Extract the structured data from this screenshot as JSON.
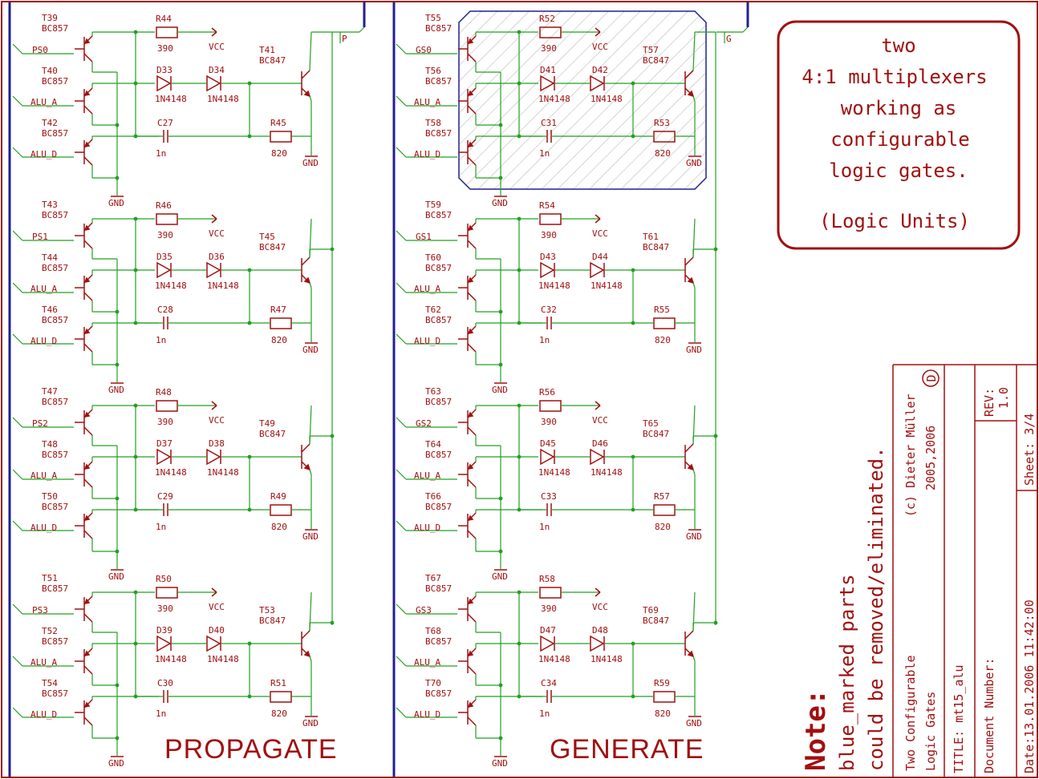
{
  "sections": [
    {
      "title": "PROPAGATE",
      "bus_label": "P",
      "rows": [
        {
          "t_top": "T39",
          "t_mid": "T40",
          "t_bot": "T42",
          "t_npn": "T41",
          "r_top": "R44",
          "r_bot": "R45",
          "d1": "D33",
          "d2": "D34",
          "c": "C27",
          "in_top": "PS0",
          "in_mid": "ALU_A",
          "in_bot": "ALU_D"
        },
        {
          "t_top": "T43",
          "t_mid": "T44",
          "t_bot": "T46",
          "t_npn": "T45",
          "r_top": "R46",
          "r_bot": "R47",
          "d1": "D35",
          "d2": "D36",
          "c": "C28",
          "in_top": "PS1",
          "in_mid": "ALU_A",
          "in_bot": "ALU_D"
        },
        {
          "t_top": "T47",
          "t_mid": "T48",
          "t_bot": "T50",
          "t_npn": "T49",
          "r_top": "R48",
          "r_bot": "R49",
          "d1": "D37",
          "d2": "D38",
          "c": "C29",
          "in_top": "PS2",
          "in_mid": "ALU_A",
          "in_bot": "ALU_D"
        },
        {
          "t_top": "T51",
          "t_mid": "T52",
          "t_bot": "T54",
          "t_npn": "T53",
          "r_top": "R50",
          "r_bot": "R51",
          "d1": "D39",
          "d2": "D40",
          "c": "C30",
          "in_top": "PS3",
          "in_mid": "ALU_A",
          "in_bot": "ALU_D"
        }
      ]
    },
    {
      "title": "GENERATE",
      "bus_label": "G",
      "rows": [
        {
          "t_top": "T55",
          "t_mid": "T56",
          "t_bot": "T58",
          "t_npn": "T57",
          "r_top": "R52",
          "r_bot": "R53",
          "d1": "D41",
          "d2": "D42",
          "c": "C31",
          "in_top": "GS0",
          "in_mid": "ALU_A",
          "in_bot": "ALU_D"
        },
        {
          "t_top": "T59",
          "t_mid": "T60",
          "t_bot": "T62",
          "t_npn": "T61",
          "r_top": "R54",
          "r_bot": "R55",
          "d1": "D43",
          "d2": "D44",
          "c": "C32",
          "in_top": "GS1",
          "in_mid": "ALU_A",
          "in_bot": "ALU_D"
        },
        {
          "t_top": "T63",
          "t_mid": "T64",
          "t_bot": "T66",
          "t_npn": "T65",
          "r_top": "R56",
          "r_bot": "R57",
          "d1": "D45",
          "d2": "D46",
          "c": "C33",
          "in_top": "GS2",
          "in_mid": "ALU_A",
          "in_bot": "ALU_D"
        },
        {
          "t_top": "T67",
          "t_mid": "T68",
          "t_bot": "T70",
          "t_npn": "T69",
          "r_top": "R58",
          "r_bot": "R59",
          "d1": "D47",
          "d2": "D48",
          "c": "C34",
          "in_top": "GS3",
          "in_mid": "ALU_A",
          "in_bot": "ALU_D"
        }
      ]
    }
  ],
  "part_values": {
    "pnp": "BC857",
    "npn": "BC847",
    "r_top": "390",
    "r_bot": "820",
    "diode": "1N4148",
    "cap": "1n",
    "vcc": "VCC",
    "gnd": "GND"
  },
  "info_box": {
    "lines": [
      "two",
      "4:1 multiplexers",
      "working as",
      "configurable",
      "logic gates.",
      "(Logic Units)"
    ]
  },
  "note": {
    "heading": "Note:",
    "line1": "blue_marked parts",
    "line2": "could be removed/eliminated."
  },
  "title_block": {
    "title_desc_1": "Two Configurable",
    "title_desc_2": "Logic Gates",
    "copyright": "(c) Dieter Müller",
    "years": "2005,2006",
    "logo": "D",
    "title": "TITLE:  mt15_alu",
    "document_number": "Document Number:",
    "rev_label": "REV:",
    "rev": "1.0",
    "date": "Date:13.01.2006 11:42:00",
    "sheet": "Sheet: 3/4"
  },
  "colors": {
    "component": "#a01010",
    "wire": "#22a022",
    "bus": "#202090",
    "highlight": "#202090"
  }
}
